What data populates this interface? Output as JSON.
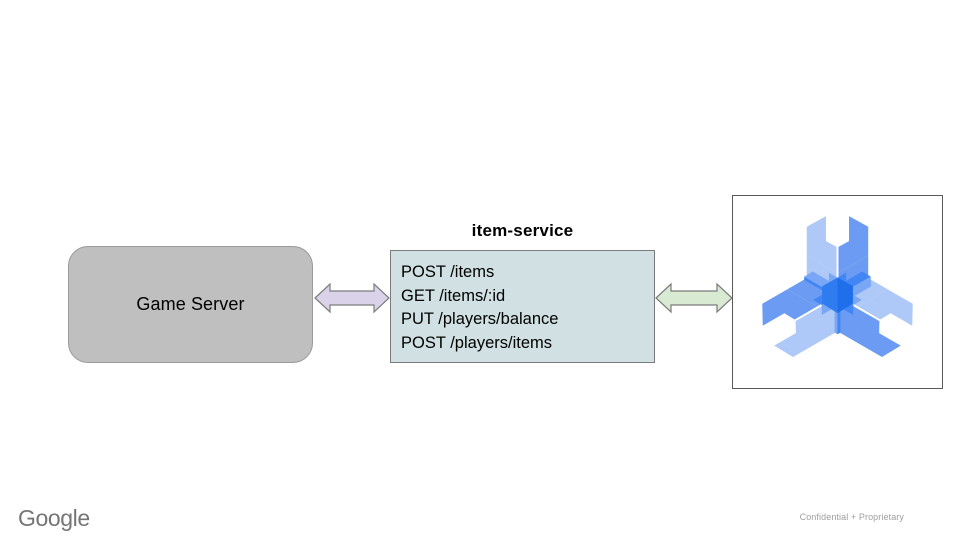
{
  "slide": {
    "background_color": "#ffffff",
    "nodes": {
      "game_server": {
        "label": "Game Server",
        "fill_color": "#bfbfbf",
        "border_color": "#9a9a9a"
      },
      "item_service": {
        "title": "item-service",
        "fill_color": "#d0e0e3",
        "border_color": "#7b7b7b",
        "endpoints": [
          "POST /items",
          "GET /items/:id",
          "PUT /players/balance",
          "POST /players/items"
        ]
      },
      "agones_logo": {
        "frame_border_color": "#595959",
        "frame_fill_color": "#ffffff",
        "colors": {
          "light": "#aec8f7",
          "mid": "#7aa7f5",
          "dark": "#4285f4",
          "deep": "#1f6feb"
        }
      }
    },
    "connectors": [
      {
        "name": "game-server-to-item-service",
        "style": "double-headed-arrow",
        "fill_color": "#d9d2e9",
        "border_color": "#7b7b7b"
      },
      {
        "name": "item-service-to-agones",
        "style": "double-headed-arrow",
        "fill_color": "#d9ead3",
        "border_color": "#7b7b7b"
      }
    ]
  },
  "footer": {
    "brand": "Google",
    "brand_color": "#757575",
    "confidentiality": "Confidential + Proprietary",
    "confidentiality_color": "#9e9e9e"
  }
}
